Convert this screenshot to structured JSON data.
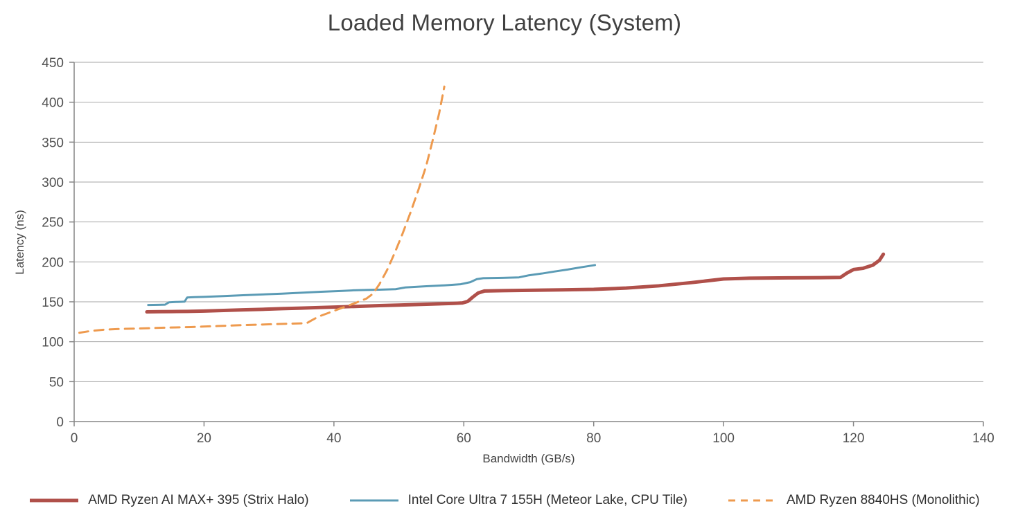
{
  "chart_data": {
    "type": "line",
    "title": "Loaded Memory Latency (System)",
    "xlabel": "Bandwidth (GB/s)",
    "ylabel": "Latency (ns)",
    "xlim": [
      0,
      140
    ],
    "ylim": [
      0,
      450
    ],
    "xticks": [
      0,
      20,
      40,
      60,
      80,
      100,
      120,
      140
    ],
    "yticks": [
      0,
      50,
      100,
      150,
      200,
      250,
      300,
      350,
      400,
      450
    ],
    "grid": "horizontal",
    "legend_position": "bottom",
    "series": [
      {
        "name": "AMD Ryzen AI MAX+ 395 (Strix Halo)",
        "color": "#B0504A",
        "style": "solid",
        "width": 5,
        "points": [
          [
            11.2,
            137.4
          ],
          [
            13.0,
            137.6
          ],
          [
            15.0,
            137.8
          ],
          [
            17.5,
            138.0
          ],
          [
            20.0,
            138.4
          ],
          [
            23.0,
            139.2
          ],
          [
            26.0,
            139.9
          ],
          [
            29.0,
            140.6
          ],
          [
            32.0,
            141.4
          ],
          [
            35.0,
            142.1
          ],
          [
            38.0,
            142.9
          ],
          [
            41.0,
            143.6
          ],
          [
            44.0,
            144.4
          ],
          [
            47.0,
            145.2
          ],
          [
            50.0,
            145.9
          ],
          [
            53.0,
            146.6
          ],
          [
            56.0,
            147.4
          ],
          [
            58.5,
            148.1
          ],
          [
            59.8,
            148.6
          ],
          [
            60.6,
            150.5
          ],
          [
            61.4,
            156.0
          ],
          [
            62.2,
            161.0
          ],
          [
            63.2,
            163.6
          ],
          [
            66.0,
            164.0
          ],
          [
            70.0,
            164.4
          ],
          [
            75.0,
            165.0
          ],
          [
            80.0,
            165.6
          ],
          [
            85.0,
            167.2
          ],
          [
            90.0,
            170.0
          ],
          [
            95.0,
            174.0
          ],
          [
            100.0,
            178.6
          ],
          [
            104.0,
            179.6
          ],
          [
            110.0,
            180.0
          ],
          [
            115.0,
            180.2
          ],
          [
            118.0,
            180.6
          ],
          [
            119.0,
            186.0
          ],
          [
            120.0,
            190.4
          ],
          [
            121.5,
            192.0
          ],
          [
            123.0,
            196.0
          ],
          [
            124.0,
            202.0
          ],
          [
            124.6,
            209.6
          ]
        ]
      },
      {
        "name": "Intel Core Ultra 7 155H (Meteor Lake, CPU Tile)",
        "color": "#5B9BB5",
        "style": "solid",
        "width": 3,
        "points": [
          [
            11.4,
            146.0
          ],
          [
            13.0,
            146.2
          ],
          [
            14.0,
            146.4
          ],
          [
            14.6,
            149.4
          ],
          [
            15.6,
            149.8
          ],
          [
            16.5,
            150.0
          ],
          [
            17.0,
            150.2
          ],
          [
            17.4,
            155.4
          ],
          [
            18.5,
            155.8
          ],
          [
            20.0,
            156.2
          ],
          [
            23.0,
            157.2
          ],
          [
            26.0,
            158.2
          ],
          [
            29.0,
            159.2
          ],
          [
            32.0,
            160.2
          ],
          [
            35.0,
            161.4
          ],
          [
            38.0,
            162.6
          ],
          [
            41.0,
            163.6
          ],
          [
            43.0,
            164.4
          ],
          [
            45.0,
            164.8
          ],
          [
            47.0,
            165.2
          ],
          [
            49.5,
            165.8
          ],
          [
            51.0,
            168.0
          ],
          [
            54.0,
            169.4
          ],
          [
            57.0,
            170.6
          ],
          [
            59.5,
            172.0
          ],
          [
            61.0,
            174.6
          ],
          [
            62.0,
            178.4
          ],
          [
            63.0,
            179.6
          ],
          [
            66.0,
            180.0
          ],
          [
            68.5,
            180.6
          ],
          [
            70.0,
            183.2
          ],
          [
            72.0,
            185.4
          ],
          [
            74.0,
            188.0
          ],
          [
            76.0,
            190.4
          ],
          [
            78.0,
            193.2
          ],
          [
            80.2,
            196.0
          ]
        ]
      },
      {
        "name": "AMD Ryzen 8840HS (Monolithic)",
        "color": "#EE9A4E",
        "style": "dashed",
        "width": 3,
        "points": [
          [
            0.8,
            111.2
          ],
          [
            2.5,
            113.4
          ],
          [
            4.5,
            115.0
          ],
          [
            7.0,
            116.0
          ],
          [
            10.0,
            116.6
          ],
          [
            14.0,
            117.6
          ],
          [
            18.0,
            118.4
          ],
          [
            22.0,
            119.6
          ],
          [
            26.0,
            120.8
          ],
          [
            30.0,
            121.8
          ],
          [
            33.0,
            122.6
          ],
          [
            35.8,
            123.2
          ],
          [
            36.4,
            126.0
          ],
          [
            37.6,
            131.4
          ],
          [
            39.0,
            135.6
          ],
          [
            40.5,
            140.2
          ],
          [
            42.0,
            144.6
          ],
          [
            43.5,
            149.2
          ],
          [
            45.0,
            154.0
          ],
          [
            46.0,
            160.0
          ],
          [
            47.0,
            172.0
          ],
          [
            48.2,
            190.0
          ],
          [
            49.4,
            212.0
          ],
          [
            50.6,
            236.0
          ],
          [
            51.8,
            262.0
          ],
          [
            53.0,
            290.0
          ],
          [
            54.2,
            320.0
          ],
          [
            55.2,
            352.0
          ],
          [
            56.2,
            386.0
          ],
          [
            57.0,
            419.6
          ]
        ]
      }
    ]
  }
}
